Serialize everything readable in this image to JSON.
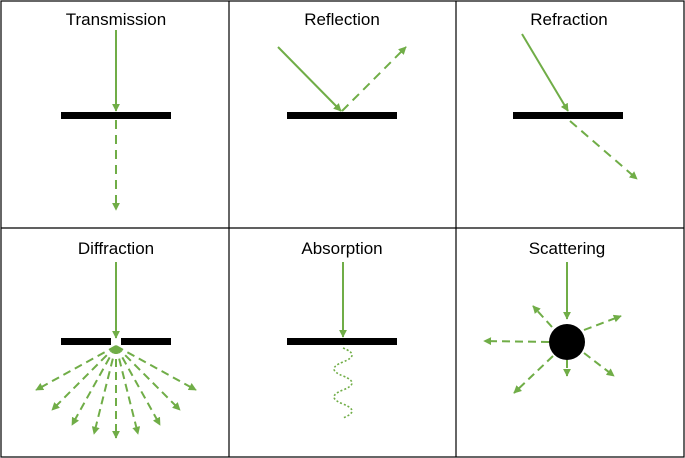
{
  "colors": {
    "ray": "#70ad47",
    "surface": "#000000",
    "grid": "#000000",
    "background": "#ffffff"
  },
  "panels": [
    {
      "id": "transmission",
      "title": "Transmission"
    },
    {
      "id": "reflection",
      "title": "Reflection"
    },
    {
      "id": "refraction",
      "title": "Refraction"
    },
    {
      "id": "diffraction",
      "title": "Diffraction"
    },
    {
      "id": "absorption",
      "title": "Absorption"
    },
    {
      "id": "scattering",
      "title": "Scattering"
    }
  ]
}
